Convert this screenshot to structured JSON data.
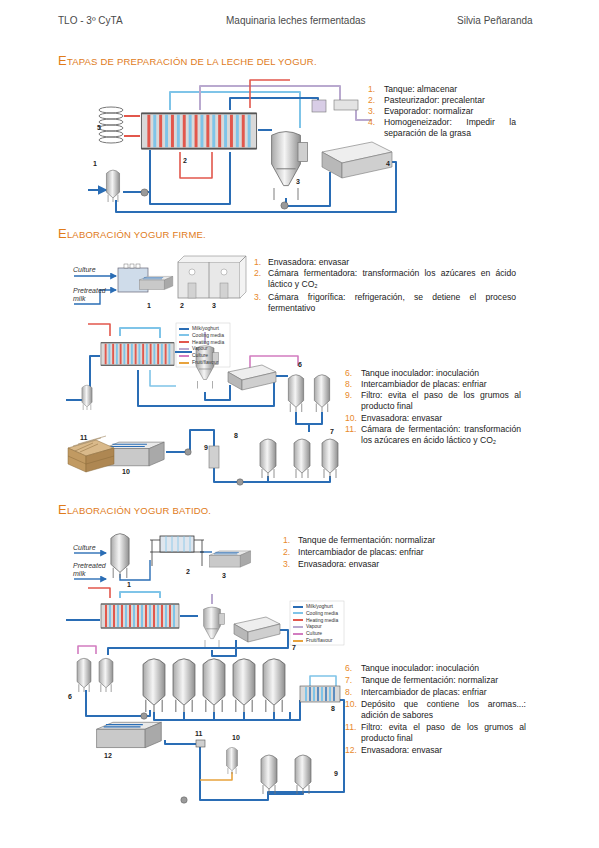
{
  "diagram": {
    "labels": [
      "TLO - 3º CyTA",
      "Maquinaria leches fermentadas",
      "Silvia Peñaranda",
      "ETAPAS DE PREPARACIÓN DE LA LECHE DEL YOGUR.",
      "1",
      "2",
      "3",
      "4",
      "5",
      "1.",
      "Tanque: almacenar",
      "2.",
      "Pasteurizador: precalentar",
      "3.",
      "Evaporador: normalizar",
      "4.",
      "Homogeneizador: Impedir la separación de la grasa",
      "ELABORACIÓN YOGUR FIRME.",
      "Culture",
      "Pretreated milk",
      "1",
      "2",
      "3",
      "1.",
      "Envasadora: envasar",
      "2.",
      "Cámara fermentadora: transformación los azúcares en ácido láctico y CO₂",
      "3.",
      "Cámara frigorífica: refrigeración, se detiene el proceso fermentativo",
      "6",
      "7",
      "8",
      "9",
      "10",
      "11",
      "6.",
      "Tanque inoculador: inoculación",
      "8.",
      "Intercambiador de placas: enfriar",
      "9.",
      "Filtro: evita el paso de los grumos al producto final",
      "10.",
      "Envasadora: envasar",
      "11.",
      "Cámara de fermentación: transformación los azúcares en ácido láctico y CO₂",
      "ELABORACIÓN YOGUR BATIDO.",
      "Culture",
      "Pretreated milk",
      "1",
      "2",
      "3",
      "1.",
      "Tanque de fermentación: normalizar",
      "2.",
      "Intercambiador de placas: enfriar",
      "3.",
      "Envasadora: envasar",
      "6",
      "7",
      "8",
      "9",
      "10",
      "11",
      "12",
      "6.",
      "Tanque inoculador: inoculación",
      "7.",
      "Tanque de fermentación: normalizar",
      "8.",
      "Intercambiador de placas: enfriar",
      "10.",
      "Depósito que contiene los aromas...: adición de sabores",
      "11.",
      "Filtro: evita el paso de los grumos al producto final",
      "12.",
      "Envasadora: envasar"
    ],
    "legend": [
      {
        "text": "Milk/yoghurt",
        "color": "#2a6db5"
      },
      {
        "text": "Cooling media",
        "color": "#7fc4e8"
      },
      {
        "text": "Heating media",
        "color": "#e2574c"
      },
      {
        "text": "Vapour",
        "color": "#b9a9cf"
      },
      {
        "text": "Culture",
        "color": "#d27cc0"
      },
      {
        "text": "Fruit/flavour",
        "color": "#e8a33d"
      },
      {
        "text": "Milk/yoghurt",
        "color": "#2a6db5"
      },
      {
        "text": "Cooling media",
        "color": "#7fc4e8"
      },
      {
        "text": "Heating media",
        "color": "#e2574c"
      },
      {
        "text": "Vapour",
        "color": "#b9a9cf"
      },
      {
        "text": "Culture",
        "color": "#d27cc0"
      },
      {
        "text": "Fruit/flavour",
        "color": "#e8a33d"
      }
    ]
  }
}
